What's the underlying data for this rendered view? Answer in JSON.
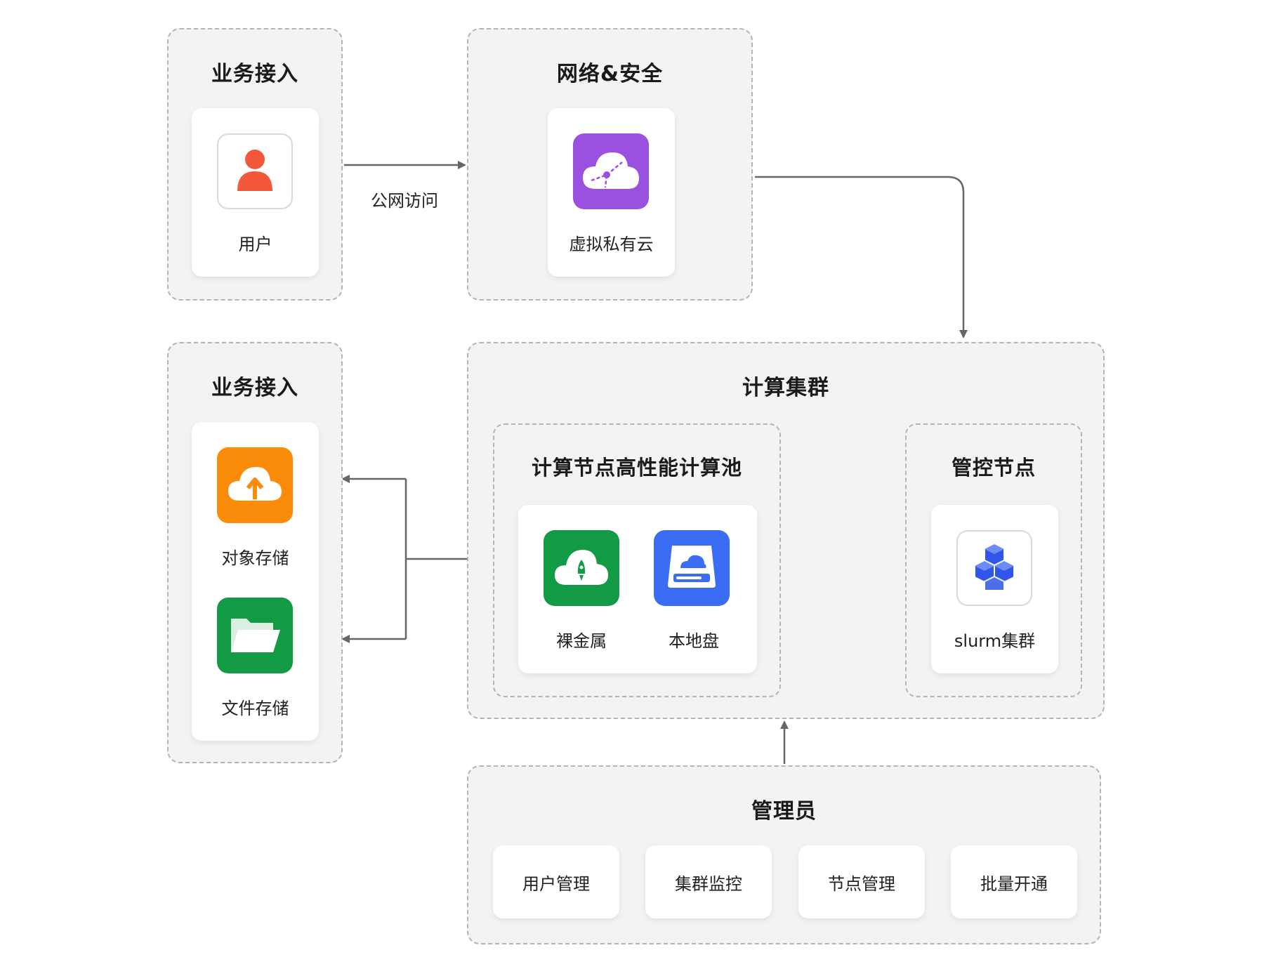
{
  "groups": {
    "access_top": {
      "title": "业务接入",
      "items": {
        "user": {
          "label": "用户",
          "icon": "user-icon",
          "color": "#f4583a"
        }
      }
    },
    "network": {
      "title": "网络&安全",
      "items": {
        "vpc": {
          "label": "虚拟私有云",
          "icon": "vpc-cloud-icon",
          "color": "#9b51e0"
        }
      }
    },
    "access_bottom": {
      "title": "业务接入",
      "items": {
        "object_storage": {
          "label": "对象存储",
          "icon": "cloud-upload-icon",
          "color": "#fb8c0a"
        },
        "file_storage": {
          "label": "文件存储",
          "icon": "folder-icon",
          "color": "#129a45"
        }
      }
    },
    "compute_cluster": {
      "title": "计算集群",
      "pool": {
        "title": "计算节点高性能计算池",
        "items": {
          "bare_metal": {
            "label": "裸金属",
            "icon": "rocket-cloud-icon",
            "color": "#129a45"
          },
          "local_disk": {
            "label": "本地盘",
            "icon": "disk-icon",
            "color": "#3a6cf4"
          }
        }
      },
      "control": {
        "title": "管控节点",
        "items": {
          "slurm": {
            "label": "slurm集群",
            "icon": "cubes-icon",
            "color": "#2f55e9"
          }
        }
      }
    },
    "admin": {
      "title": "管理员",
      "buttons": [
        "用户管理",
        "集群监控",
        "节点管理",
        "批量开通"
      ]
    }
  },
  "edges": {
    "public_access_label": "公网访问"
  }
}
